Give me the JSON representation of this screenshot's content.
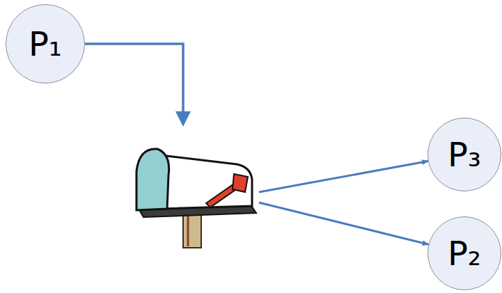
{
  "diagram": {
    "nodes": [
      {
        "text": [
          "P₁"
        ]
      },
      {
        "text": [
          "P₃"
        ]
      },
      {
        "text": [
          "P₂"
        ]
      }
    ],
    "edges": [
      {
        "from": 0,
        "to": 1,
        "arrow": "to"
      },
      {
        "from": 0,
        "to": 2,
        "arrow": "to"
      }
    ]
  }
}
